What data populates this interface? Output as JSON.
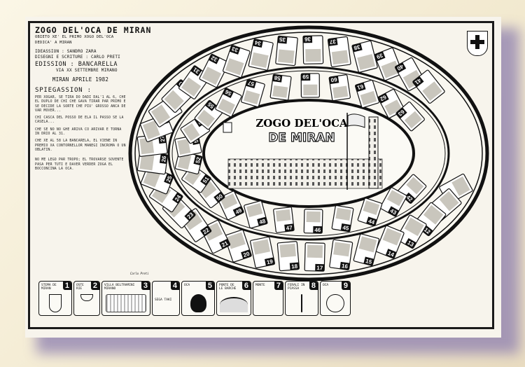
{
  "info": {
    "title": "ZOGO DEL'OCA DE MIRAN",
    "subtitle": "OBIETO XE' EL PRIMO XOGO DEL'OCA DEDICA' A MIRAN",
    "ideation": "IDEASSION : SANDRO ZARA",
    "drawings": "DISEGNI E SCRITURE : CARLO PRETI",
    "edition_label": "EDISSION : BANCARELLA",
    "edition_address": "VIA XX SETTEMBRE MIRANO",
    "date": "MIRAN APRILE 1982",
    "explanation_heading": "SPIEGASSION :",
    "rules": [
      "PER XOGAR, SE TIRA DO DADI DAL'1 AL 6, CHE EL DUPLO DE CHI CHE GAVA TIRAR PAR PRIMO E SE DECIDE LA SORTE CHE PIU' GROSSO ANCA DE VAR MOVER...",
      "CHI CASCA DEL POSSO DE ELA IL PASSO SE LA CASELA...",
      "CHE SE NO NO GHE ARIVA CO ARIVAR E TORNA IN DRIO AL 31.",
      "CHE XE AL 58 LA BANCARELA, EL VIENE IN PREMIO XA CONTORNELLOR MANEGI INCROMA O UN OBLATIN."
    ],
    "closing": "NO ME LEGO PAR TROPO; EL TROVARSE SOVENTE PASA PER TUTI E DAVER VERDER ZOGA EL BOCCONCINA LA OCA."
  },
  "center": {
    "title_line1": "ZOGO DEL'OCA",
    "title_line2": "DE MIRAN"
  },
  "bottom_row": [
    {
      "num": "1",
      "label": "STEMA DE MIRAN"
    },
    {
      "num": "2",
      "label": "OSTE RIE"
    },
    {
      "num": "3",
      "label": "VILLA BELTRAMINI MIRANO"
    },
    {
      "num": "4",
      "label": "SEGA TAKI"
    },
    {
      "num": "5",
      "label": "OCA"
    },
    {
      "num": "6",
      "label": "PONTE DE LE BARCHE"
    },
    {
      "num": "7",
      "label": "MONTE"
    },
    {
      "num": "8",
      "label": "FERALI IN PIASSA"
    },
    {
      "num": "9",
      "label": "OCA"
    }
  ],
  "track_numbers": [
    "10",
    "11",
    "12",
    "13",
    "14",
    "15",
    "16",
    "17",
    "18",
    "19",
    "20",
    "21",
    "22",
    "23",
    "24",
    "25",
    "26",
    "27",
    "28",
    "29",
    "30",
    "31",
    "32",
    "33",
    "34",
    "35",
    "36",
    "37",
    "38",
    "39",
    "40",
    "41",
    "42",
    "43",
    "44",
    "45",
    "46",
    "47",
    "48",
    "49",
    "50",
    "51",
    "52",
    "53",
    "54",
    "55",
    "56",
    "57",
    "58",
    "59",
    "60",
    "61",
    "62",
    "63"
  ],
  "signature": "Carlo Preti",
  "colors": {
    "ink": "#111111",
    "paper": "#f7f4ec",
    "shadow": "#8d7fb0"
  }
}
